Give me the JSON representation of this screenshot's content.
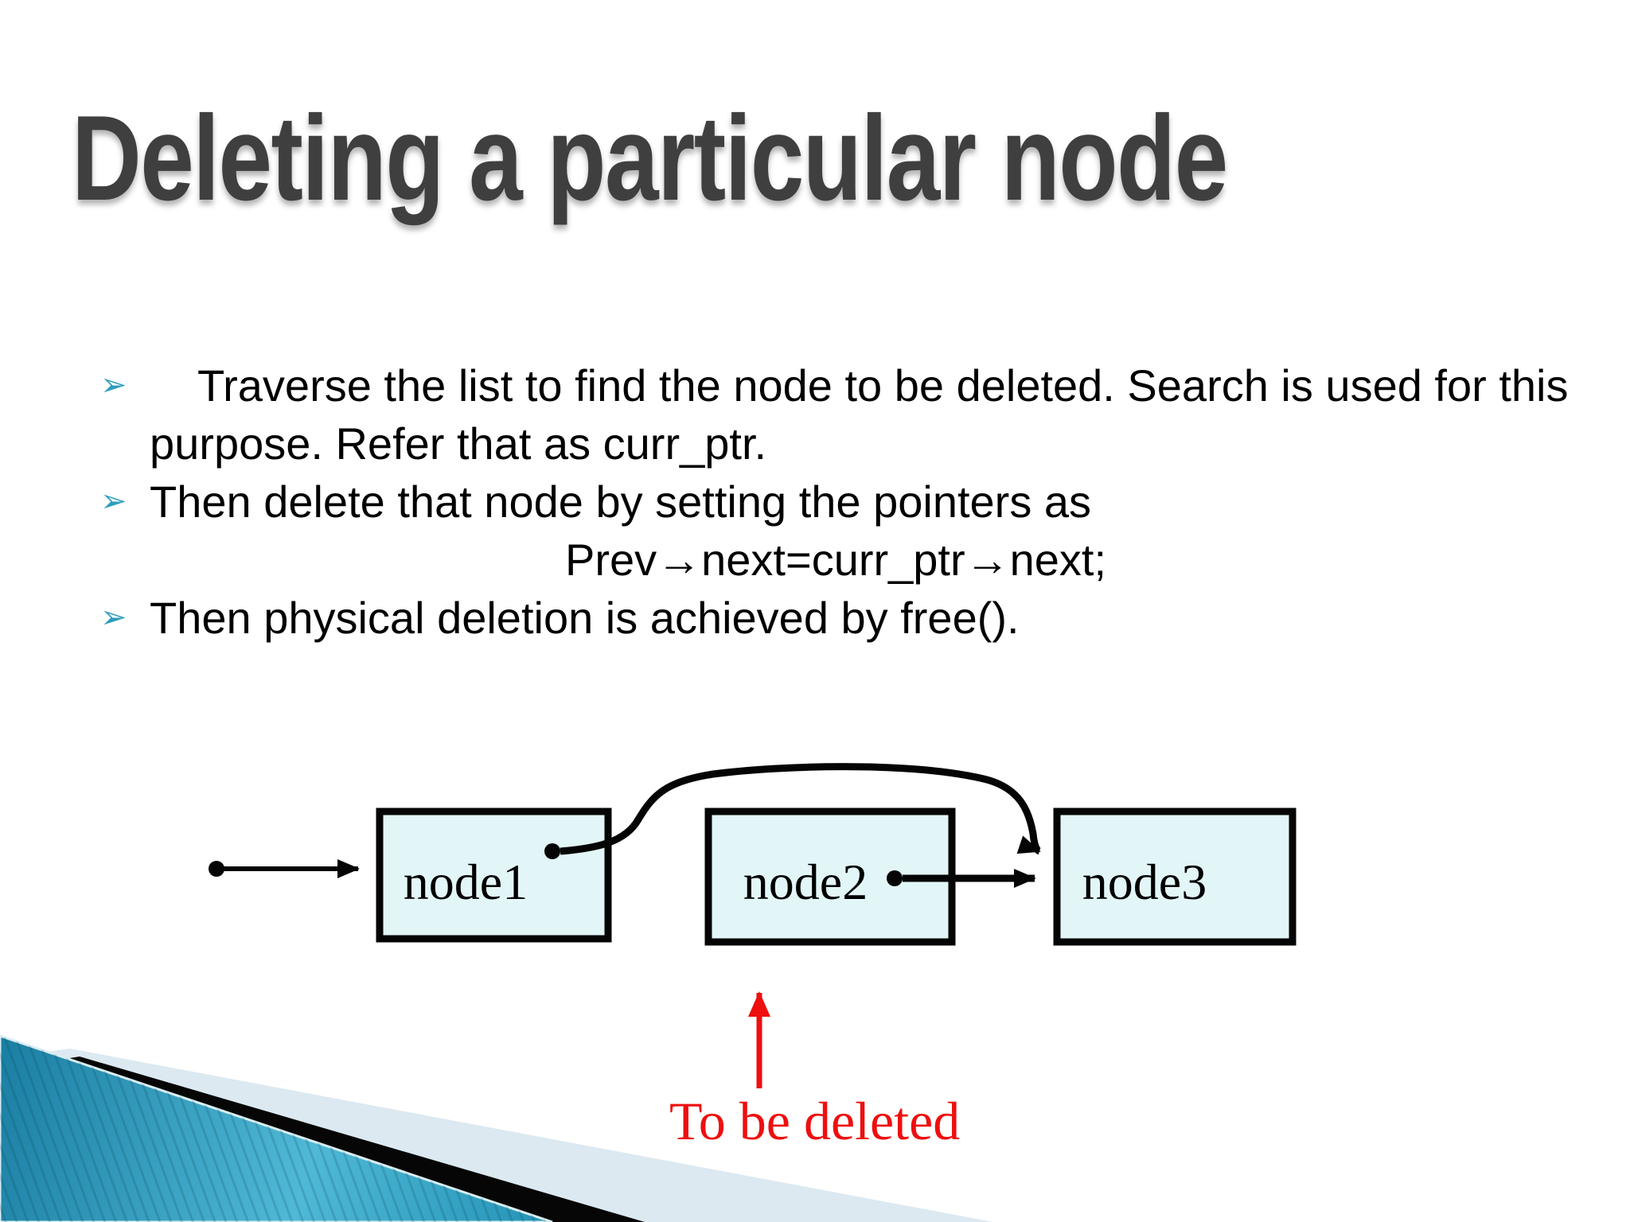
{
  "slide": {
    "title": "Deleting a particular node",
    "bullet_glyph": "➢",
    "bullets": [
      {
        "text": "Traverse the list to find the node to be deleted. Search is used for this purpose. Refer that as curr_ptr."
      },
      {
        "text": "Then delete that node by setting the pointers as"
      },
      {
        "text": "Then physical deletion is achieved by free()."
      }
    ],
    "pointer_assignment": "Prev→next=curr_ptr→next;"
  },
  "diagram": {
    "node_labels": [
      "node1",
      "node2",
      "node3"
    ],
    "annotation_label": "To be deleted",
    "colors": {
      "node_fill": "#e2f6f8",
      "node_border": "#050505",
      "arrow_black": "#050505",
      "annotation_red": "#ee0f0f",
      "bullet_teal": "#2f9dbd",
      "title_gray": "#3f3f3f",
      "decoration_teal_dark": "#156f92",
      "decoration_teal_light": "#54bcd8",
      "decoration_black": "#060606",
      "decoration_light_wedge": "#dce9f1"
    }
  }
}
